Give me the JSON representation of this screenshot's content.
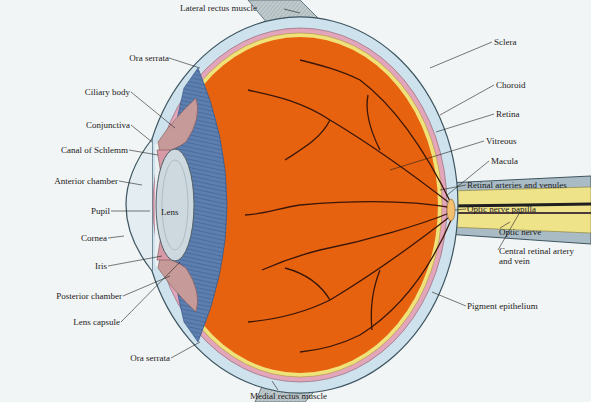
{
  "diagram": {
    "labels": [
      "Lateral rectus muscle",
      "Ora serrata",
      "Sclera",
      "Ciliary body",
      "Choroid",
      "Conjunctiva",
      "Retina",
      "Canal of Schlemm",
      "Vitreous",
      "Anterior chamber",
      "Macula",
      "Pupil",
      "Lens",
      "Retinal arteries and venules",
      "Cornea",
      "Optic nerve papilla",
      "Optic nerve",
      "Iris",
      "Central retinal artery and vein",
      "Posterior chamber",
      "Pigment epithelium",
      "Lens capsule",
      "Ora serrata",
      "Medial rectus muscle"
    ]
  }
}
